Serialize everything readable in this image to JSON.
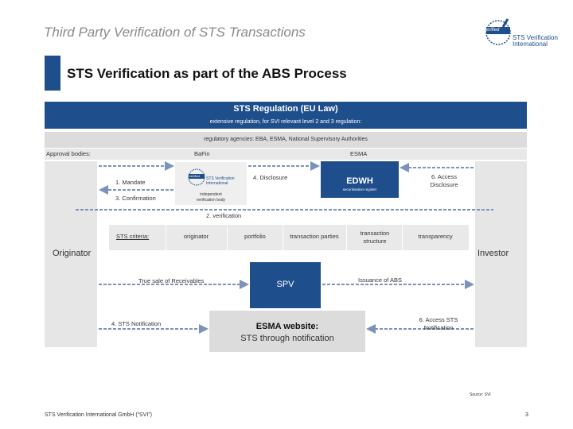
{
  "header": {
    "title": "Third Party Verification of STS Transactions",
    "subtitle": "STS Verification as part of the ABS Process"
  },
  "logo": {
    "badge": "verified",
    "name_line1": "STS Verification",
    "name_line2": "International"
  },
  "regulation": {
    "title": "STS Regulation (EU Law)",
    "subtitle": "extensive regulation, for SVI relevant level 2 and 3 regulation:",
    "agencies": "regulatory agencies: EBA, ESMA, National Supervisory Authorities",
    "approval_label": "Approval bodies:",
    "approval_bafin": "BaFin",
    "approval_esma": "ESMA"
  },
  "parties": {
    "originator": "Originator",
    "investor": "Investor"
  },
  "svi_box": {
    "badge": "verified",
    "name_line1": "STS Verification",
    "name_line2": "International",
    "sub_line1": "independent",
    "sub_line2": "verification body"
  },
  "edwh": {
    "label": "EDWH",
    "sub": "securitisation register"
  },
  "steps": {
    "mandate": "1. Mandate",
    "confirmation": "3. Confirmation",
    "disclosure": "4. Disclosure",
    "access_disclosure_1": "6. Access",
    "access_disclosure_2": "Disclosure",
    "verification": "2. verification",
    "true_sale": "True sale of Receivables",
    "issuance": "Issuance of ABS",
    "sts_notification": "4. STS Notification",
    "access_sts_1": "6. Access STS",
    "access_sts_2": "Notification"
  },
  "criteria": {
    "label": "STS criteria:",
    "items": [
      "originator",
      "portfolio",
      "transaction parties",
      "transaction structure",
      "transparency"
    ]
  },
  "spv": {
    "label": "SPV"
  },
  "esma_website": {
    "title": "ESMA website:",
    "sub": "STS through notification"
  },
  "footer": {
    "source": "Source: SVI",
    "company": "STS Verification International GmbH (“SVI”)",
    "page": "3"
  },
  "colors": {
    "primary": "#1f4e8c",
    "gray_light": "#e6e6e6",
    "gray_mid": "#dcdcdc"
  }
}
